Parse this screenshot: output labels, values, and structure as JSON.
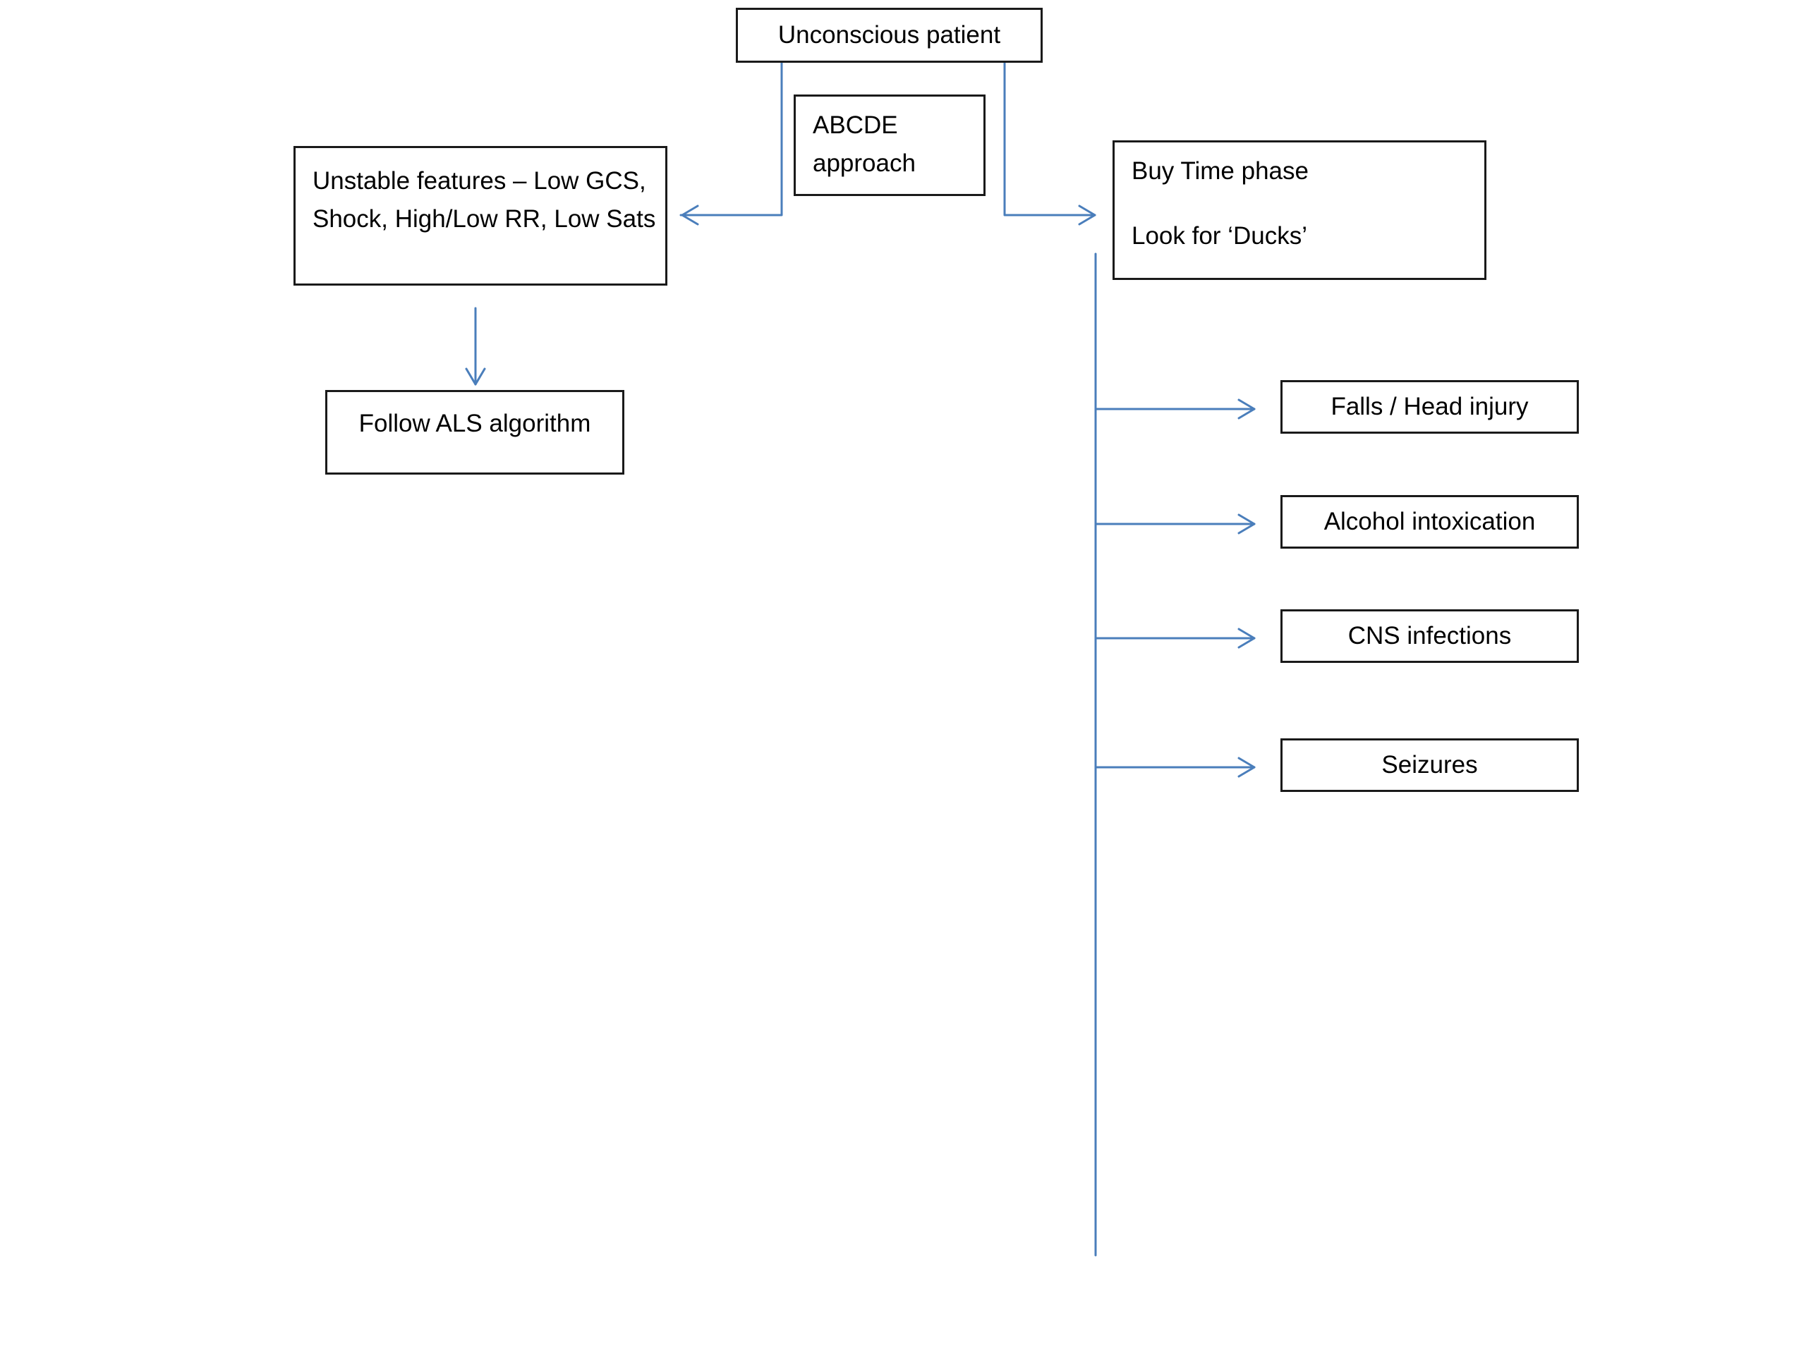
{
  "diagram": {
    "root": {
      "label": "Unconscious patient"
    },
    "approach": {
      "lines": [
        "ABCDE",
        "approach"
      ]
    },
    "unstable": {
      "lines": [
        "Unstable features – Low GCS,",
        "Shock, High/Low RR, Low Sats"
      ]
    },
    "als": {
      "label": "Follow ALS algorithm"
    },
    "buy_time": {
      "lines": [
        "Buy Time phase",
        "Look for ‘Ducks’"
      ]
    },
    "ducks": [
      {
        "label": "Falls / Head injury"
      },
      {
        "label": "Alcohol intoxication"
      },
      {
        "label": "CNS infections"
      },
      {
        "label": "Seizures"
      }
    ],
    "colors": {
      "connector": "#4a7ebb",
      "box_border": "#1a1a1a"
    }
  }
}
